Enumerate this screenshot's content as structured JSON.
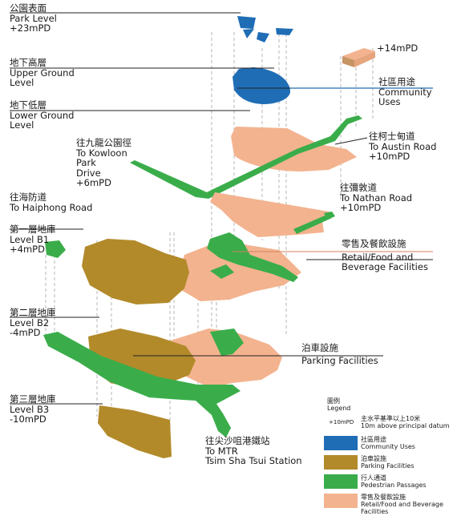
{
  "colors": {
    "community": "#1f6db5",
    "parking": "#b28a2a",
    "pedestrian": "#3aad4a",
    "retail": "#f3b38f",
    "line": "#222222",
    "dashed": "#9a9a9a",
    "accent_line": "#d4825c"
  },
  "levels": {
    "park": {
      "zh": "公園表面",
      "en1": "Park Level",
      "en2": "+23mPD"
    },
    "upper": {
      "zh": "地下高層",
      "en1": "Upper Ground",
      "en2": "Level"
    },
    "lower": {
      "zh": "地下低層",
      "en1": "Lower Ground",
      "en2": "Level"
    },
    "b1": {
      "zh": "第一層地庫",
      "en1": "Level B1",
      "en2": "+4mPD"
    },
    "b2": {
      "zh": "第二層地庫",
      "en1": "Level B2",
      "en2": "-4mPD"
    },
    "b3": {
      "zh": "第三層地庫",
      "en1": "Level B3",
      "en2": "-10mPD"
    }
  },
  "destinations": {
    "kowloon_park": {
      "zh": "往九龍公園徑",
      "l1": "To Kowloon",
      "l2": "Park",
      "l3": "Drive",
      "l4": "+6mPD"
    },
    "haiphong": {
      "zh": "往海防道",
      "l1": "To Haiphong Road"
    },
    "austin": {
      "zh": "往柯士甸道",
      "l1": "To Austin Road",
      "l2": "+10mPD"
    },
    "nathan": {
      "zh": "往彌敦道",
      "l1": "To Nathan Road",
      "l2": "+10mPD"
    },
    "mtr": {
      "zh": "往尖沙咀港鐵站",
      "l1": "To MTR",
      "l2": "Tsim Sha Tsui Station"
    }
  },
  "callouts": {
    "level_14": "+14mPD",
    "community": {
      "zh": "社區用途",
      "en1": "Community",
      "en2": "Uses"
    },
    "retail": {
      "zh": "零售及餐飲設施",
      "en1": "Retail/Food and",
      "en2": "Beverage Facilities"
    },
    "parking": {
      "zh": "泊車設施",
      "en1": "Parking Facilities"
    }
  },
  "legend": {
    "title_zh": "圖例",
    "title_en": "Legend",
    "datum_key": "+10mPD",
    "datum_zh": "主水平基準以上10米",
    "datum_en": "10m above principal datum",
    "items": [
      {
        "zh": "社區用途",
        "en": "Community Uses",
        "color": "#1f6db5"
      },
      {
        "zh": "泊車設施",
        "en": "Parking Facilities",
        "color": "#b28a2a"
      },
      {
        "zh": "行人通道",
        "en": "Pedestrian Passages",
        "color": "#3aad4a"
      },
      {
        "zh": "零售及餐飲設施",
        "en1": "Retail/Food and Beverage",
        "en2": "Facilities",
        "color": "#f3b38f"
      }
    ]
  }
}
